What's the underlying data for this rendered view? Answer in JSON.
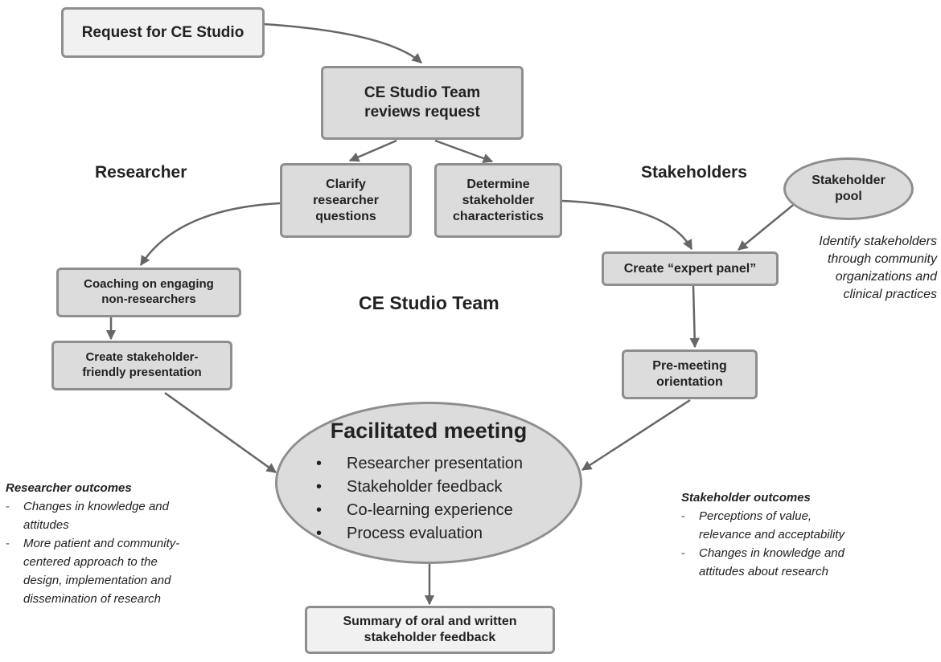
{
  "nodes": {
    "request": "Request for CE Studio",
    "review": "CE Studio Team\nreviews request",
    "clarify": "Clarify\nresearcher\nquestions",
    "determine": "Determine\nstakeholder\ncharacteristics",
    "pool": "Stakeholder\npool",
    "coaching": "Coaching on engaging\nnon-researchers",
    "create_presentation": "Create stakeholder-\nfriendly presentation",
    "expert_panel": "Create “expert panel”",
    "orientation": "Pre-meeting\norientation",
    "summary": "Summary of oral and written\nstakeholder feedback"
  },
  "headings": {
    "researcher": "Researcher",
    "stakeholders": "Stakeholders",
    "team": "CE Studio Team"
  },
  "meeting": {
    "title": "Facilitated meeting",
    "items": [
      "Researcher presentation",
      "Stakeholder feedback",
      "Co-learning experience",
      "Process evaluation"
    ]
  },
  "identify_note": "Identify stakeholders\nthrough community\norganizations and\nclinical practices",
  "researcher_outcomes": {
    "title": "Researcher outcomes",
    "items": [
      "Changes in knowledge and\nattitudes",
      "More patient and community-\ncentered approach to  the\ndesign, implementation and\ndissemination of research"
    ]
  },
  "stakeholder_outcomes": {
    "title": "Stakeholder outcomes",
    "items": [
      "Perceptions of value,\nrelevance and acceptability",
      "Changes in knowledge and\nattitudes about research"
    ]
  },
  "colors": {
    "box_fill": "#dcdcdc",
    "light_fill": "#f1f1f1",
    "border": "#8e8e8e",
    "arrow": "#666666"
  }
}
